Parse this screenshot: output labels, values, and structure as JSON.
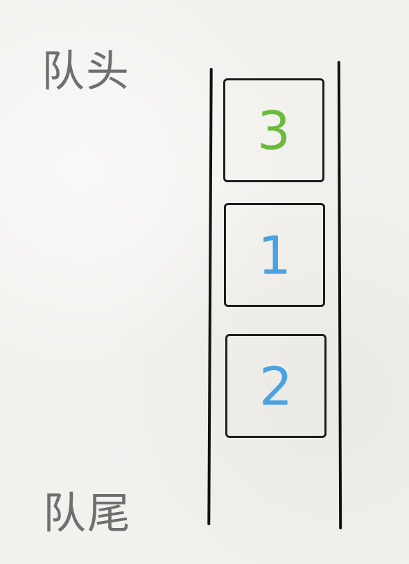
{
  "labels": {
    "head": "队头",
    "tail": "队尾"
  },
  "queue": {
    "items": [
      {
        "value": "3",
        "color": "#6dbb3c"
      },
      {
        "value": "1",
        "color": "#4aa3e0"
      },
      {
        "value": "2",
        "color": "#4aa3e0"
      }
    ]
  }
}
